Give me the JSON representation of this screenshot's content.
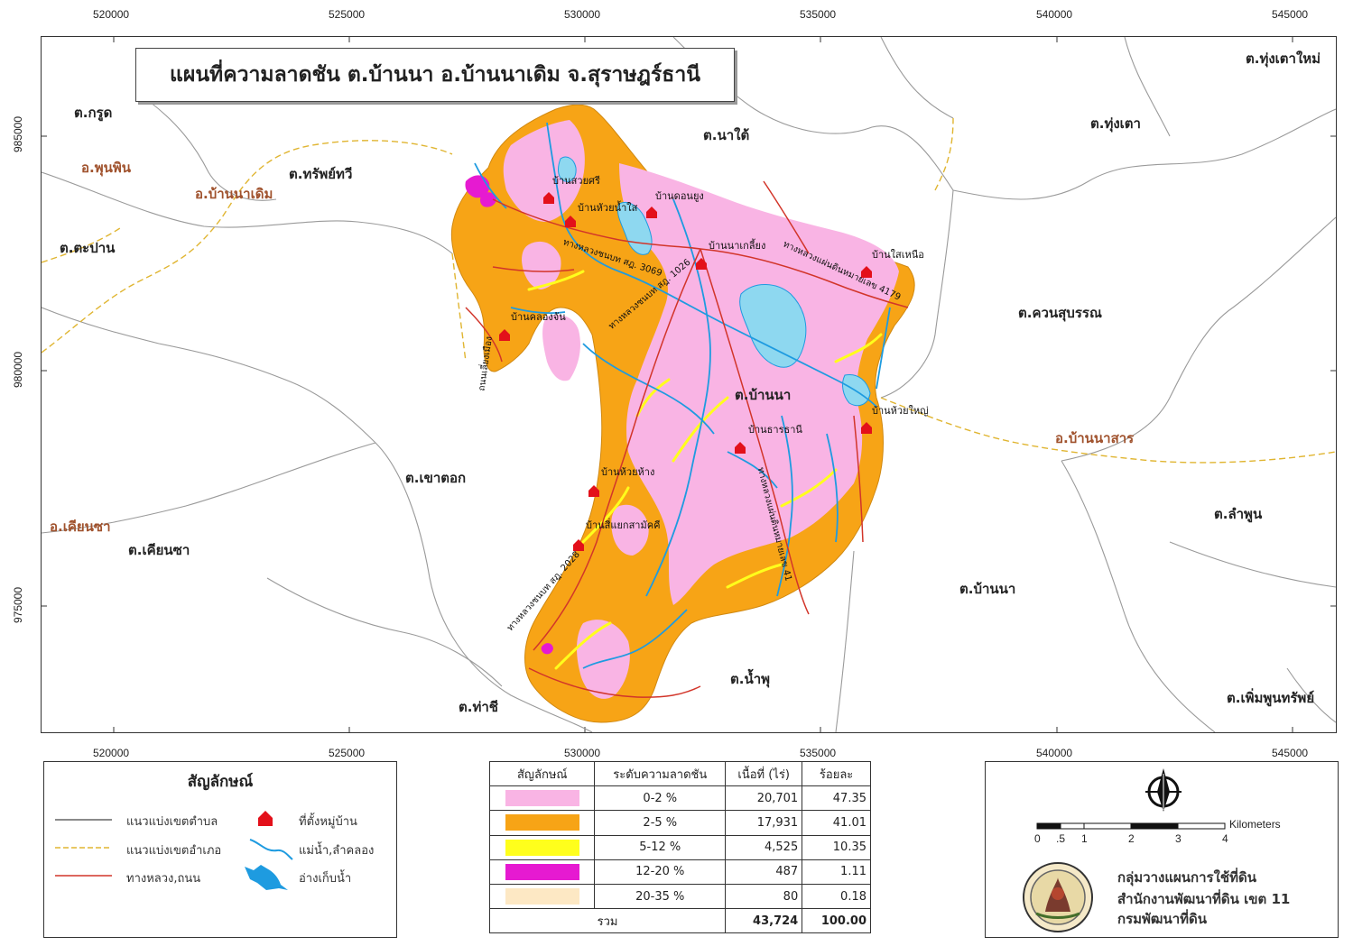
{
  "map": {
    "title": "แผนที่ความลาดชัน ต.บ้านนา อ.บ้านนาเดิม จ.สุราษฎร์ธานี",
    "x_coords": [
      "520000",
      "525000",
      "530000",
      "535000",
      "540000",
      "545000"
    ],
    "y_coords": [
      "985000",
      "980000",
      "975000"
    ],
    "place_labels": [
      "ต.กรูด",
      "ต.ทรัพย์ทวี",
      "ต.ตะปาน",
      "ต.นาใต้",
      "ต.ทุ่งเตา",
      "ต.ทุ่งเตาใหม่",
      "ต.ควนสุบรรณ",
      "ต.บ้านนา",
      "ต.เขาตอก",
      "ต.เคียนซา",
      "ต.ลำพูน",
      "ต.บ้านนา",
      "ต.น้ำพุ",
      "ต.ท่าชี",
      "ต.เพิ่มพูนทรัพย์"
    ],
    "district_labels": [
      "อ.พุนพิน",
      "อ.บ้านนาเดิม",
      "อ.บ้านนาสาร",
      "อ.เคียนซา"
    ],
    "village_labels": [
      "บ้านสวยศรี",
      "บ้านหัวยน้ำใส",
      "บ้านดอนยูง",
      "บ้านนาเกลี้ยง",
      "บ้านใสเหนือ",
      "บ้านคลองจัน",
      "บ้านธารธานี",
      "บ้านห้วยใหญ่",
      "บ้านห้วยห้าง",
      "บ้านสี่แยกสามัคคี"
    ],
    "road_labels": [
      "ทางหลวงชนบท สฎ. 3069",
      "ทางหลวงแผ่นดินหมายเลข 4179",
      "ทางหลวงแผ่นดินหมายเลข 41",
      "ถนนเลี่ยงเมือง",
      "ทางหลวงชนบท สฎ. 2028",
      "ทางหลวงชนบท สฎ. 1026"
    ]
  },
  "legend": {
    "title": "สัญลักษณ์",
    "items": [
      "แนวแบ่งเขตตำบล",
      "ที่ตั้งหมู่บ้าน",
      "แนวแบ่งเขตอำเภอ",
      "แม่น้ำ,ลำคลอง",
      "ทางหลวง,ถนน",
      "อ่างเก็บน้ำ"
    ]
  },
  "slope_table": {
    "headers": [
      "สัญลักษณ์",
      "ระดับความลาดชัน",
      "เนื้อที่ (ไร่)",
      "ร้อยละ"
    ],
    "rows": [
      {
        "color": "#f9b4e4",
        "range": "0-2 %",
        "area": "20,701",
        "percent": "47.35"
      },
      {
        "color": "#f7a416",
        "range": "2-5 %",
        "area": "17,931",
        "percent": "41.01"
      },
      {
        "color": "#ffff1c",
        "range": "5-12 %",
        "area": "4,525",
        "percent": "10.35"
      },
      {
        "color": "#e61ad1",
        "range": "12-20 %",
        "area": "487",
        "percent": "1.11"
      },
      {
        "color": "#fde8c4",
        "range": "20-35 %",
        "area": "80",
        "percent": "0.18"
      }
    ],
    "total_label": "รวม",
    "total_area": "43,724",
    "total_percent": "100.00"
  },
  "scalebar": {
    "unit": "Kilometers",
    "ticks": [
      "0",
      ".5",
      "1",
      "2",
      "3",
      "4"
    ]
  },
  "organization": {
    "line1": "กลุ่มวางแผนการใช้ที่ดิน",
    "line2": "สำนักงานพัฒนาที่ดิน เขต 11",
    "line3": "กรมพัฒนาที่ดิน"
  },
  "colors": {
    "slope_0_2": "#f9b4e4",
    "slope_2_5": "#f7a416",
    "slope_5_12": "#ffff1c",
    "slope_12_20": "#e61ad1",
    "slope_20_35": "#fde8c4",
    "road": "#d2352a",
    "river": "#1e9be0",
    "village": "#e3101a",
    "district_label": "#a0522d"
  }
}
